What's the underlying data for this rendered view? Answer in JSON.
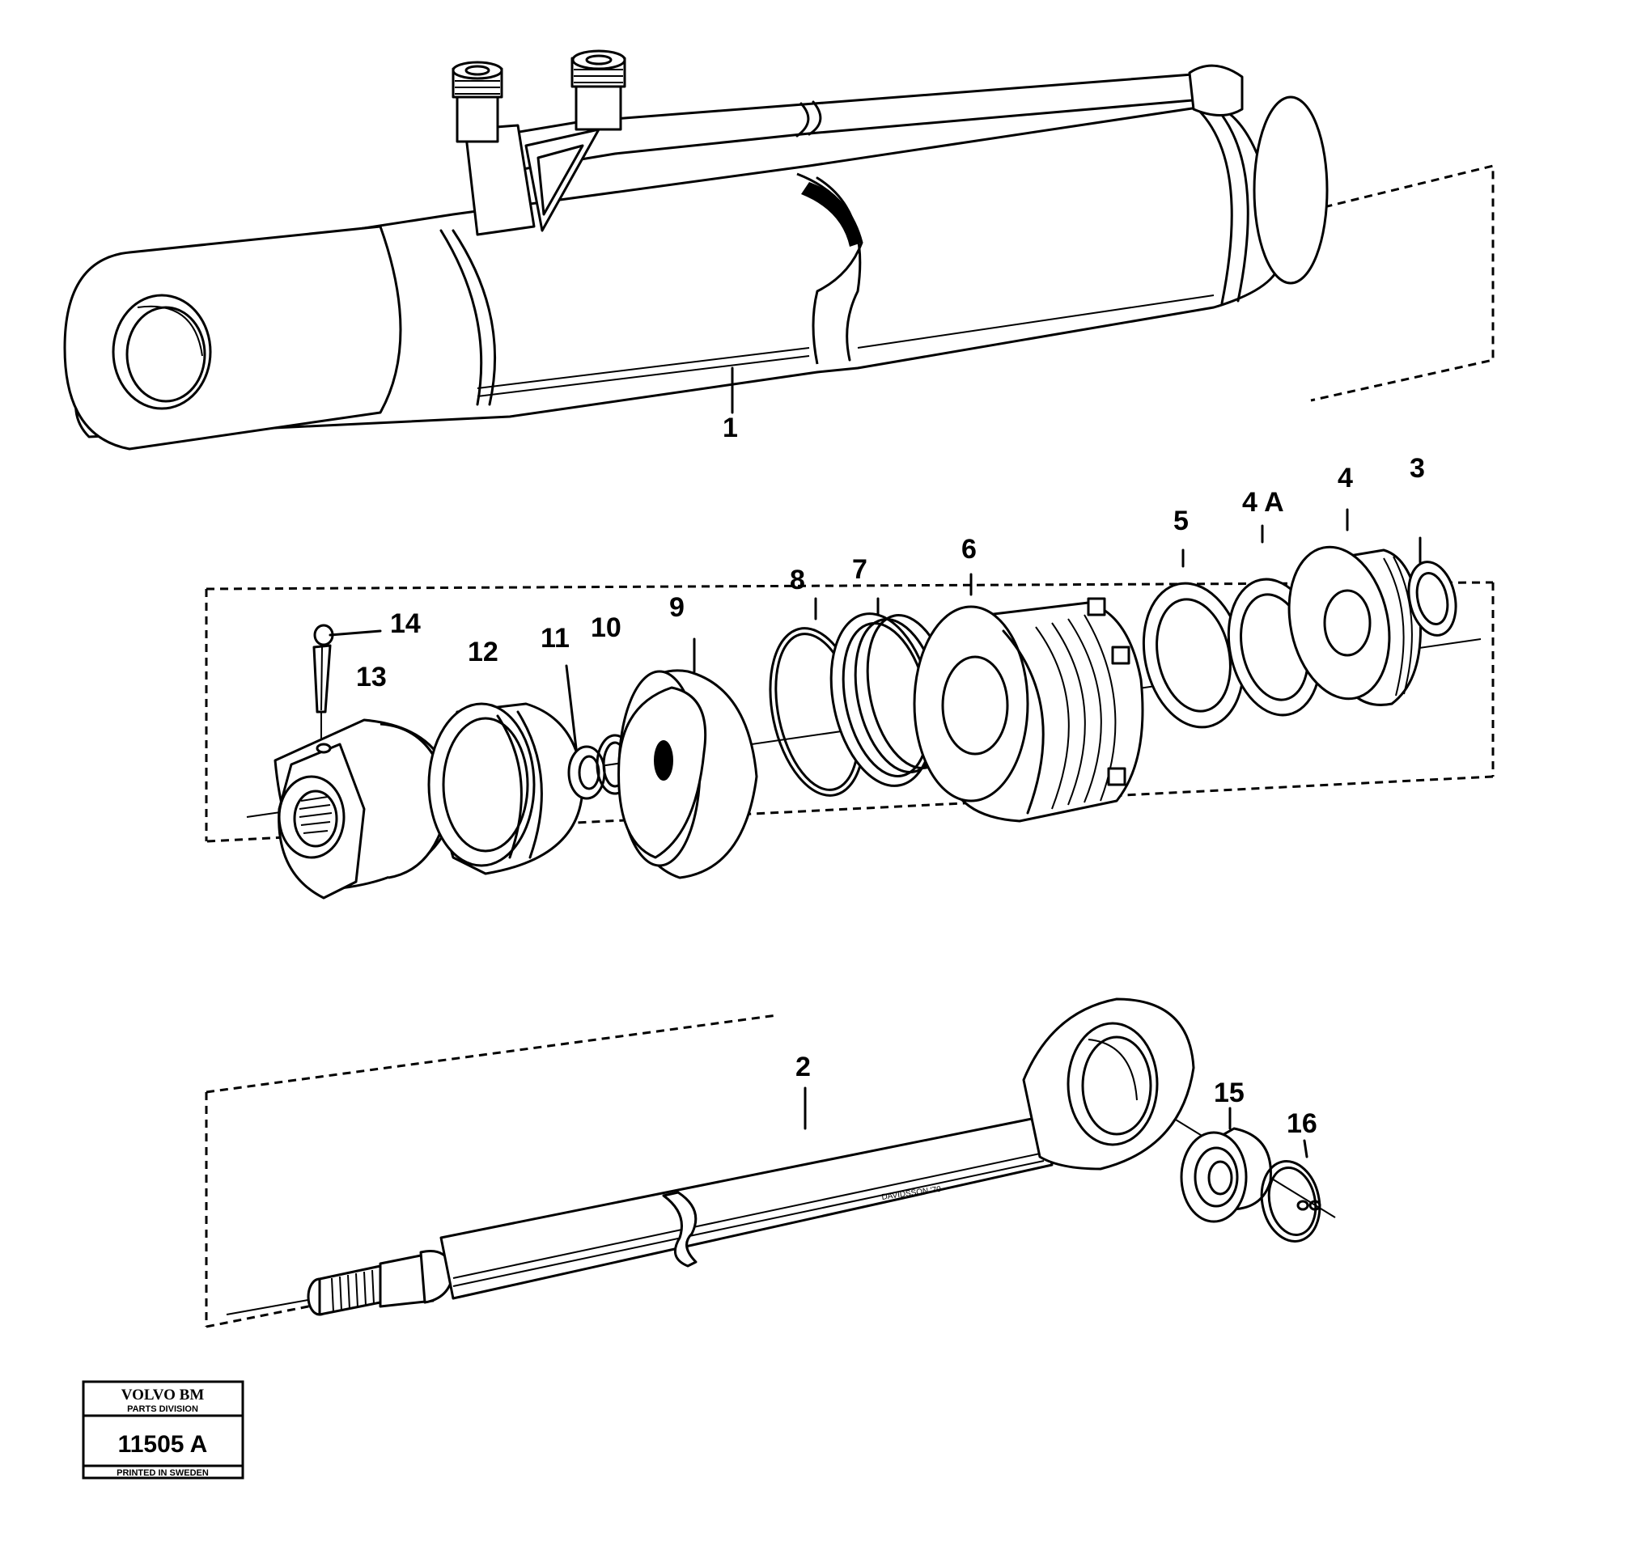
{
  "callouts": {
    "c1": "1",
    "c2": "2",
    "c3": "3",
    "c4": "4",
    "c4a": "4 A",
    "c5": "5",
    "c6": "6",
    "c7": "7",
    "c8": "8",
    "c9": "9",
    "c10": "10",
    "c11": "11",
    "c12": "12",
    "c13": "13",
    "c14": "14",
    "c15": "15",
    "c16": "16"
  },
  "signature": "DAVIDSSON '70",
  "stamp": {
    "brand": "VOLVO BM",
    "division": "PARTS DIVISION",
    "number": "11505 A",
    "printed": "PRINTED IN SWEDEN"
  }
}
